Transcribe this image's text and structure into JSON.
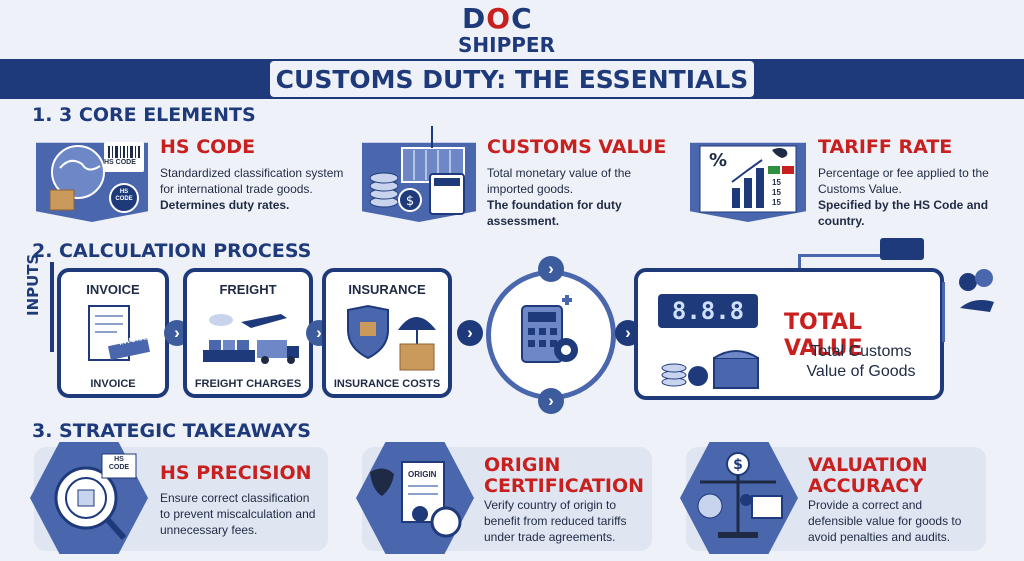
{
  "brand": {
    "line1_a": "D",
    "line1_o": "O",
    "line1_c": "C",
    "line2": "SHIPPER"
  },
  "title": "CUSTOMS DUTY: THE ESSENTIALS",
  "section1": {
    "heading": "1. 3 CORE ELEMENTS",
    "items": [
      {
        "title": "HS CODE",
        "text": "Standardized classification system for international trade goods.",
        "bold": "Determines duty rates.",
        "badge": "HS CODE",
        "seal": "HS CODE"
      },
      {
        "title": "CUSTOMS VALUE",
        "text": "Total monetary value of the imported goods.",
        "bold": "The foundation for duty assessment."
      },
      {
        "title": "TARIFF RATE",
        "text": "Percentage or fee applied to the Customs Value.",
        "bold": "Specified by the HS Code and country.",
        "rates": [
          "15",
          "15",
          "15"
        ]
      }
    ]
  },
  "section2": {
    "heading": "2. CALCULATION PROCESS",
    "inputs_label": "INPUTS",
    "cards": [
      {
        "top": "INVOICE",
        "bottom": "INVOICE",
        "stamp": "INVOICE"
      },
      {
        "top": "FREIGHT",
        "bottom": "FREIGHT CHARGES"
      },
      {
        "top": "INSURANCE",
        "bottom": "INSURANCE COSTS"
      }
    ],
    "total": {
      "title": "TOTAL VALUE",
      "sub1": "Total Customs",
      "sub2": "Value of Goods",
      "display": "8.8.8"
    }
  },
  "section3": {
    "heading": "3. STRATEGIC TAKEAWAYS",
    "items": [
      {
        "title1": "HS PRECISION",
        "title2": "",
        "text": "Ensure correct classification to prevent miscalculation and unnecessary fees.",
        "tag": "HS CODE"
      },
      {
        "title1": "ORIGIN",
        "title2": "CERTIFICATION",
        "text": "Verify country of origin to benefit from reduced tariffs under trade agreements.",
        "tag": "ORIGIN"
      },
      {
        "title1": "VALUATION",
        "title2": "ACCURACY",
        "text": "Provide a correct and defensible value for goods to avoid penalties and audits."
      }
    ]
  },
  "colors": {
    "navy": "#1f3a7a",
    "red": "#c8201e",
    "panel": "#4a67ae",
    "bg": "#eef2f8"
  }
}
